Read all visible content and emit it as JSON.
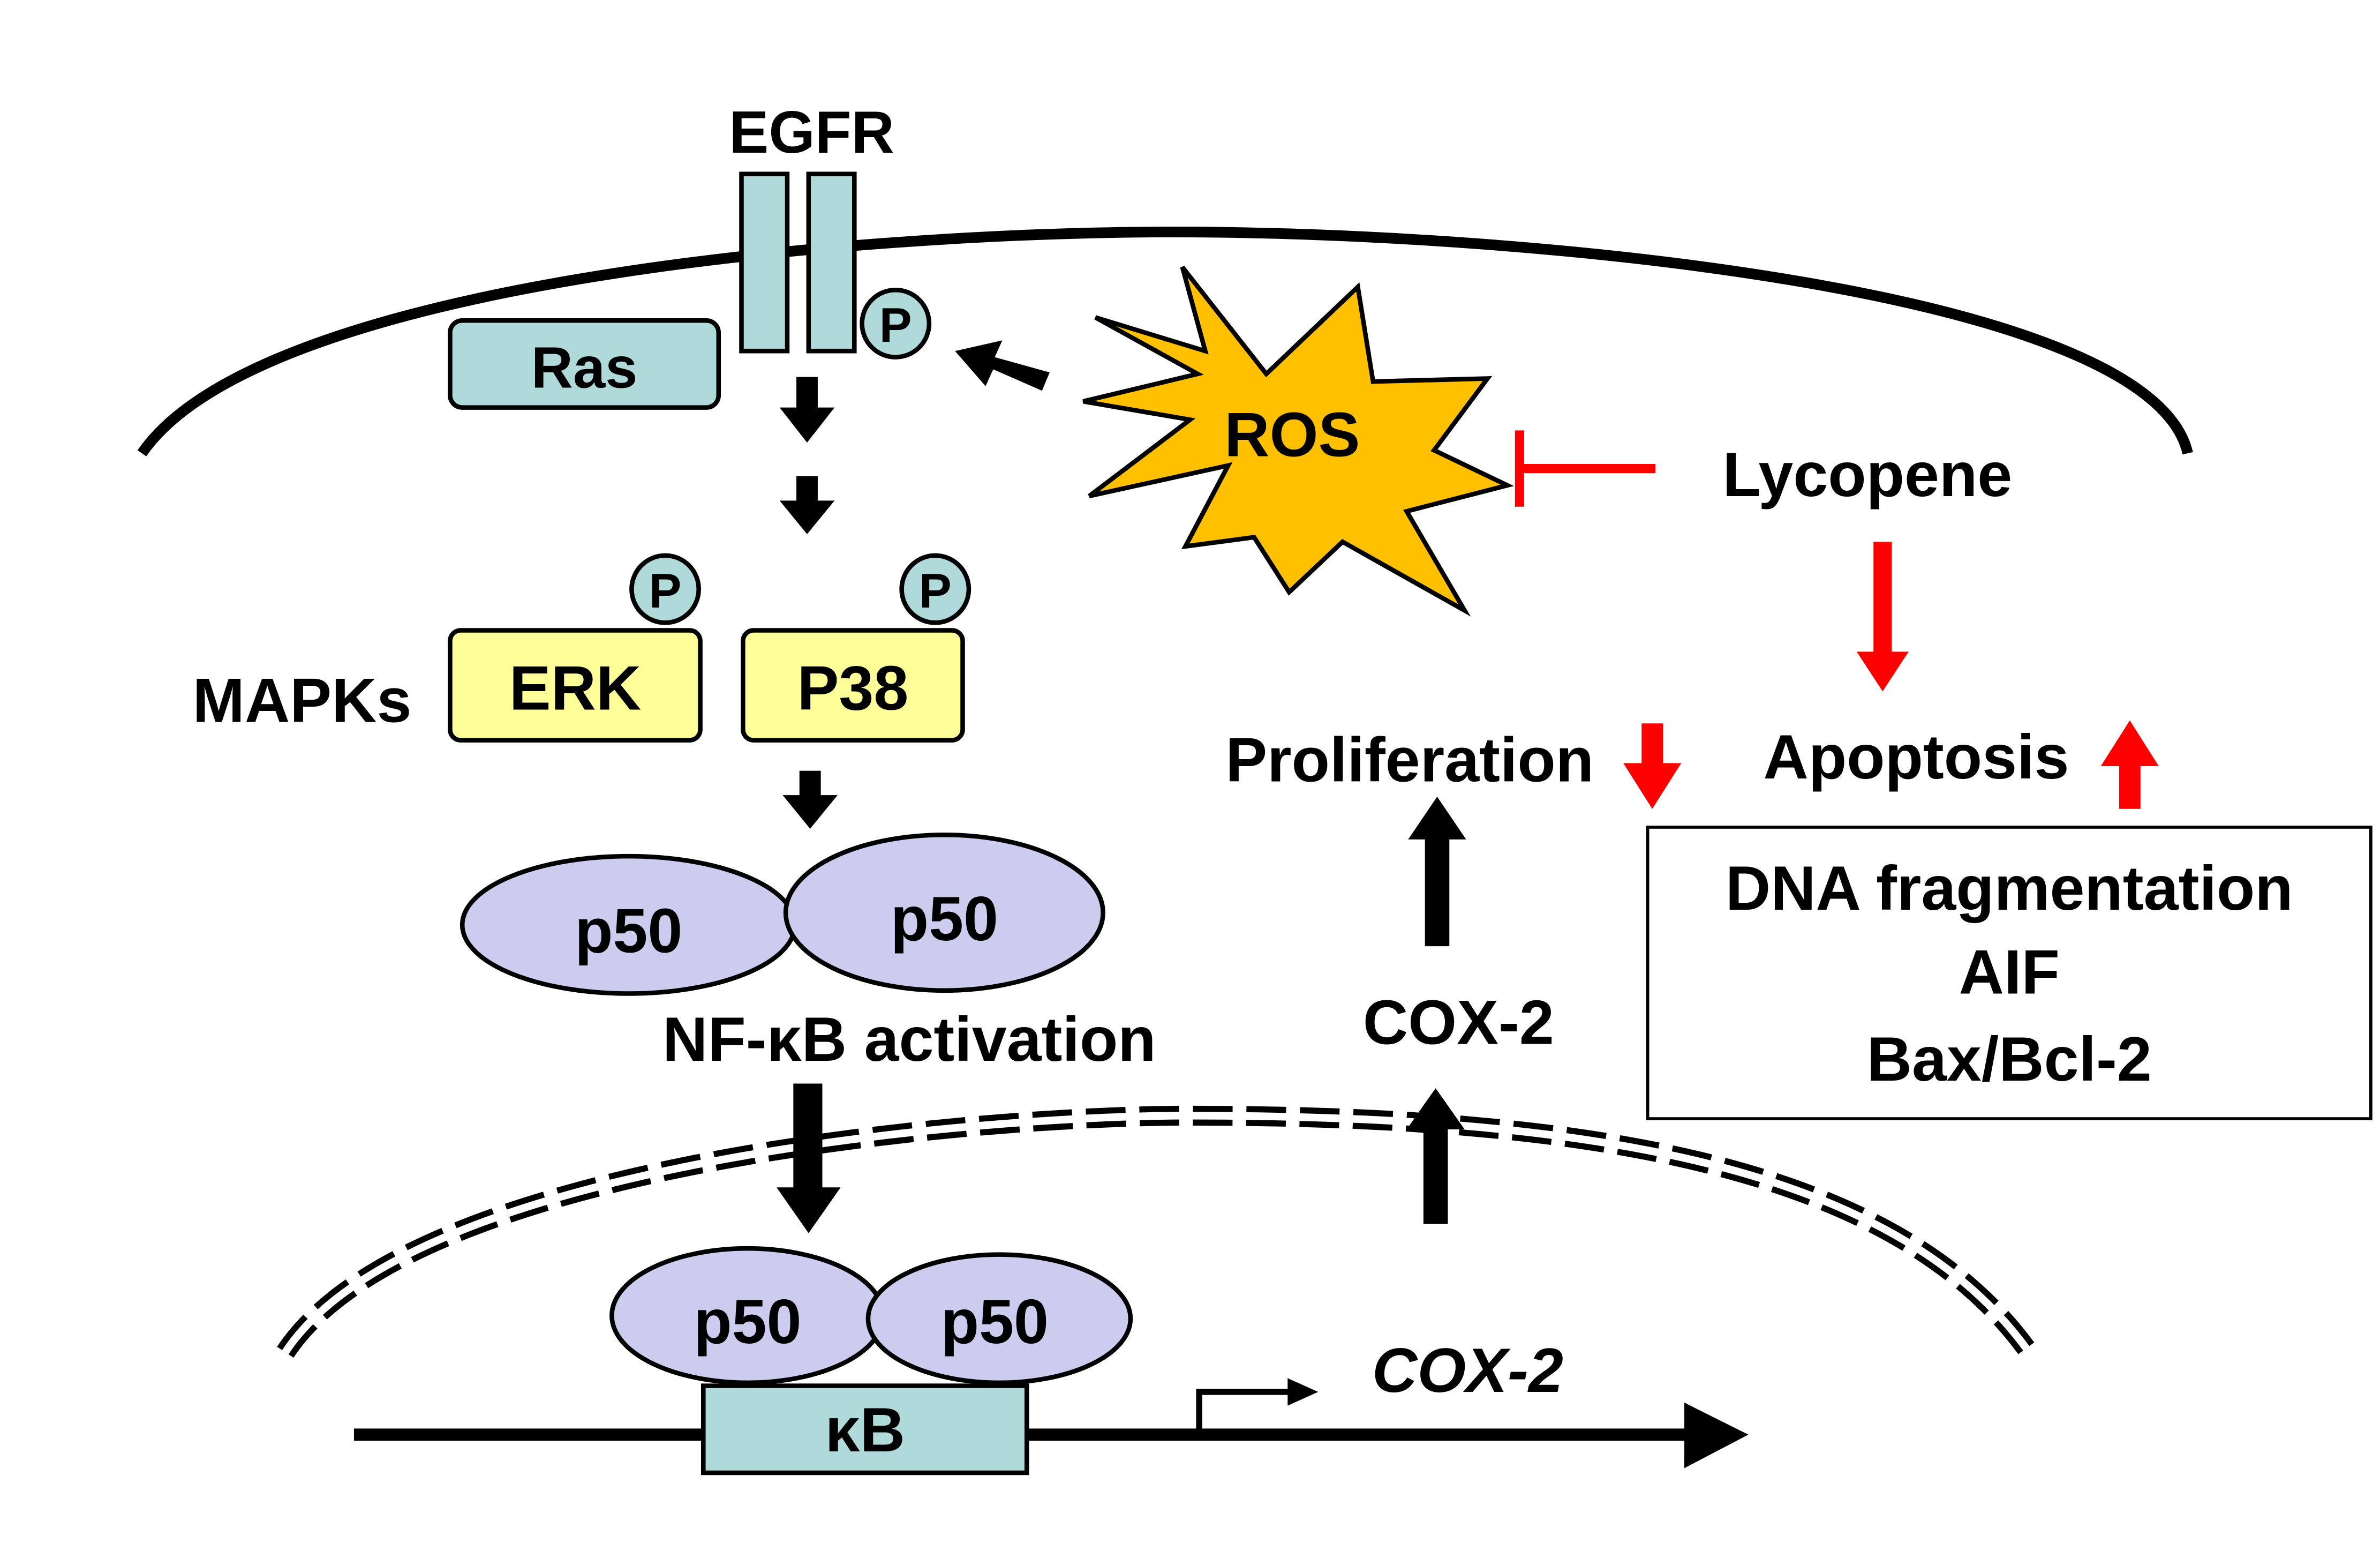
{
  "labels": {
    "egfr": "EGFR",
    "ras": "Ras",
    "phospho": "P",
    "mapks": "MAPKs",
    "erk": "ERK",
    "p38": "P38",
    "p50": "p50",
    "nfkb_activation": "NF-κB activation",
    "kb_site": "κB",
    "cox2_gene": "COX-2",
    "cox2_protein": "COX-2",
    "proliferation": "Proliferation",
    "apoptosis": "Apoptosis",
    "ros": "ROS",
    "lycopene": "Lycopene",
    "apoptosis_markers": [
      "DNA fragmentation",
      "AIF",
      "Bax/Bcl-2"
    ]
  },
  "colors": {
    "receptor": "#b0d9d9",
    "mapk": "#ffff99",
    "nfkb": "#ccccee",
    "ros": "#ffc000",
    "inhibition": "#ff0000",
    "line": "#000000"
  }
}
